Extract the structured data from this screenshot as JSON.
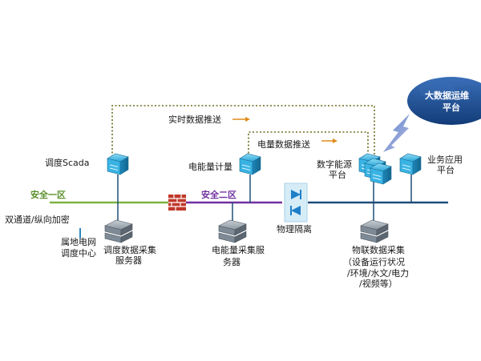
{
  "zones": {
    "zone1": "安全一区",
    "zone2": "安全二区"
  },
  "links": {
    "realtime": "实时数据推送",
    "energy": "电量数据推送"
  },
  "cloud": {
    "line1": "大数据运维",
    "line2": "平台"
  },
  "nodes": {
    "scada": "调度Scada",
    "energy_meter": "电能量计量",
    "digital_platform_1": "数字能源",
    "digital_platform_2": "平台",
    "business_1": "业务应用",
    "business_2": "平台",
    "dispatch_server_1": "调度数据采集",
    "dispatch_server_2": "服务器",
    "energy_server_1": "电能量采集服",
    "energy_server_2": "务器",
    "iot_1": "物联数据采集",
    "iot_2": "（设备运行状况",
    "iot_3": "/环境/水文/电力",
    "iot_4": "/视频等）",
    "dual_channel": "双通道/纵向加密",
    "local_grid_1": "属地电网",
    "local_grid_2": "调度中心",
    "isolation": "物理隔离"
  },
  "colors": {
    "zone1_line": "#7cb342",
    "zone2_line": "#7030a0",
    "backbone": "#1f4e79",
    "dotted": "#6b6b1f",
    "arrow": "#e08a1a",
    "firewall": "#c0392b",
    "cloud": "#1f4e96"
  }
}
